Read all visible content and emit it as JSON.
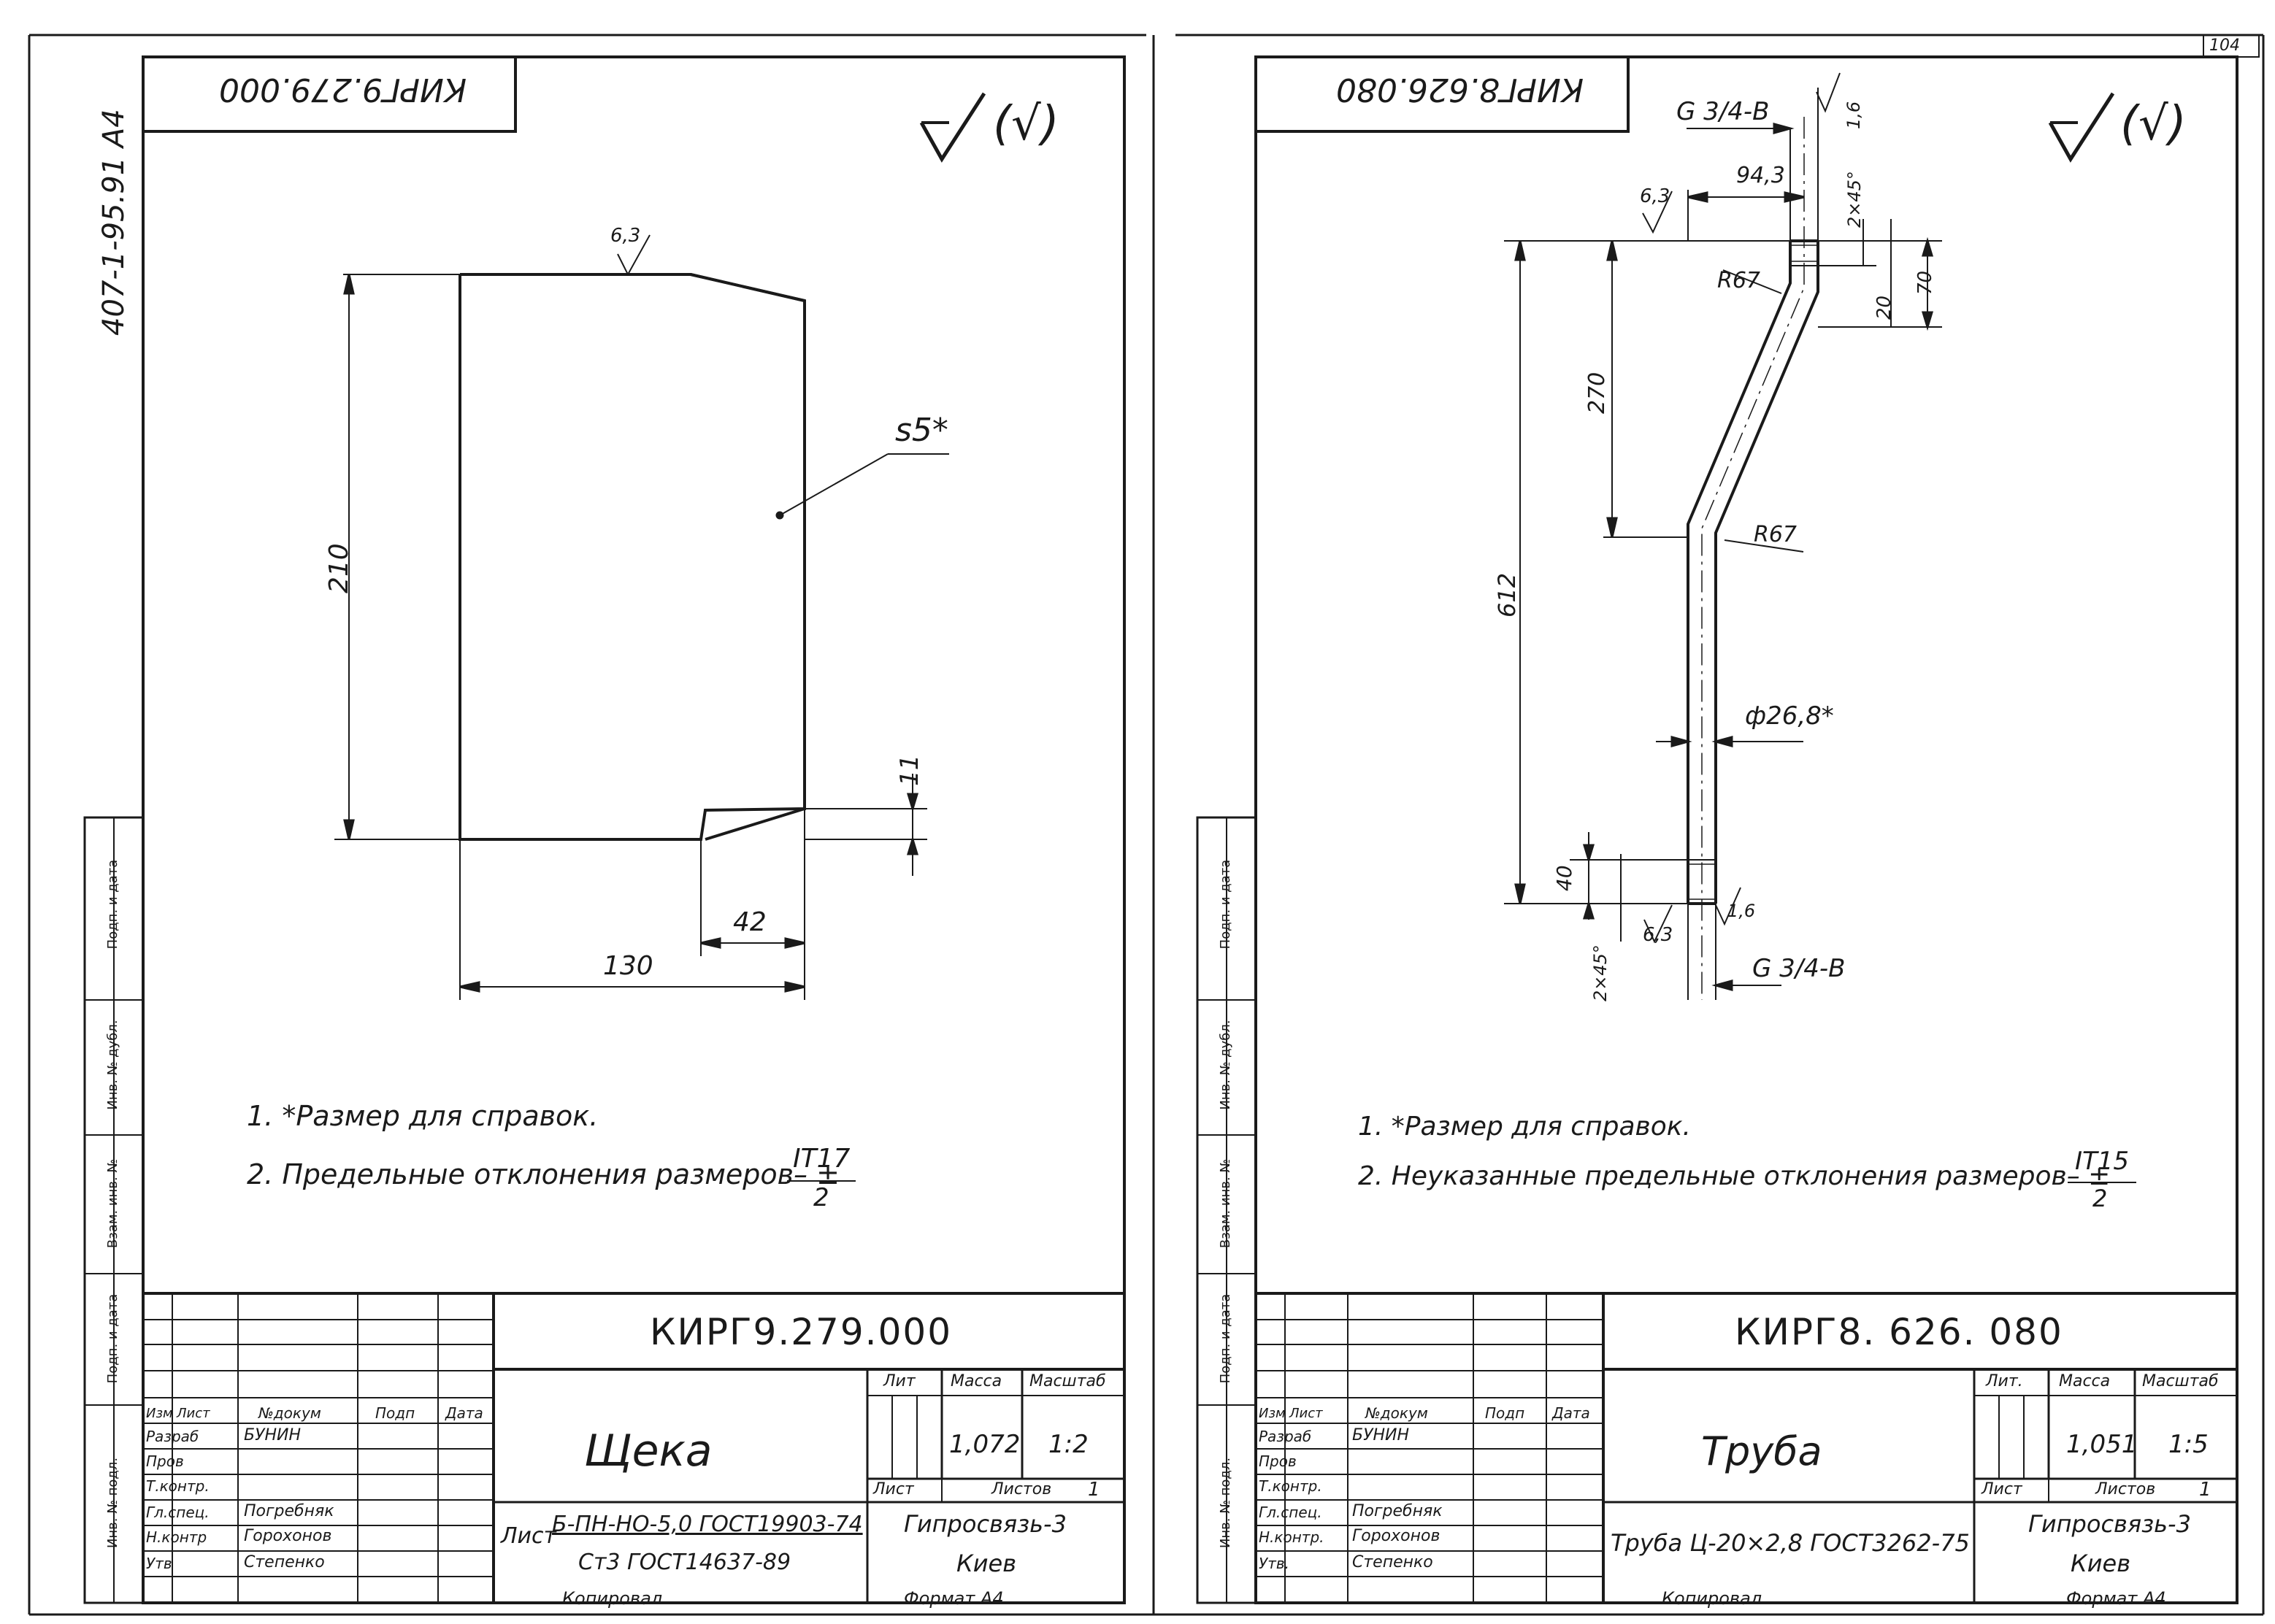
{
  "page": {
    "number": "104",
    "side_code": "407-1-95.91  А4"
  },
  "left": {
    "code_top": "КИРГ9.279.000",
    "code": "КИРГ9.279.000",
    "roughness": "(√)",
    "dims": {
      "h": "210",
      "w": "130",
      "cut_w": "42",
      "cut_h": "11",
      "rough_top": "6,3",
      "thickness": "s5*"
    },
    "notes": [
      "1. *Размер для справок.",
      "2. Предельные отклонения размеров– ±"
    ],
    "tol_num": "IT17",
    "tol_den": "2",
    "name": "Щека",
    "lit_header": "Лит",
    "mass_header": "Масса",
    "scale_header": "Масштаб",
    "mass": "1,072",
    "scale": "1:2",
    "sheet_label": "Лист",
    "sheets_label": "Листов",
    "sheets_count": "1",
    "material_prefix": "Лист",
    "material_line1": "Б-ПН-НО-5,0 ГОСТ19903-74",
    "material_line2": "Ст3  ГОСТ14637-89",
    "org": "Гипросвязь-3",
    "city": "Киев",
    "copied": "Копировал",
    "format": "Формат  А4",
    "rows": [
      {
        "role": "Разраб",
        "name": "БУНИН"
      },
      {
        "role": "Пров",
        "name": ""
      },
      {
        "role": "Т.контр.",
        "name": ""
      },
      {
        "role": "Гл.спец.",
        "name": "Погребняк"
      },
      {
        "role": "Н.контр",
        "name": "Горохонов"
      },
      {
        "role": "Утв",
        "name": "Степенко"
      }
    ],
    "header_cells": [
      "Изм",
      "Лист",
      "№докум",
      "Подп",
      "Дата"
    ]
  },
  "right": {
    "code_top": "КИРГ8.626.080",
    "code": "КИРГ8. 626. 080",
    "roughness": "(√)",
    "dims": {
      "total": "612",
      "mid": "270",
      "top_off": "94,3",
      "r1": "R67",
      "r2": "R67",
      "dia": "ф26,8*",
      "end_len": "40",
      "chamfer": "2×45°",
      "thread_top": "G 3/4-В",
      "thread_bot": "G 3/4-В",
      "d20": "20",
      "d70": "70",
      "rough1": "6,3",
      "rough2": "1,6",
      "rough3": "6,3"
    },
    "notes": [
      "1. *Размер для справок.",
      "2. Неуказанные предельные отклонения размеров– ±"
    ],
    "tol_num": "IT15",
    "tol_den": "2",
    "name": "Труба",
    "lit_header": "Лит.",
    "mass_header": "Масса",
    "scale_header": "Масштаб",
    "mass": "1,051",
    "scale": "1:5",
    "sheet_label": "Лист",
    "sheets_label": "Листов",
    "sheets_count": "1",
    "material_line1": "Труба Ц-20×2,8 ГОСТ3262-75",
    "org": "Гипросвязь-3",
    "city": "Киев",
    "copied": "Копировал",
    "format": "Формат  А4",
    "rows": [
      {
        "role": "Разраб",
        "name": "БУНИН"
      },
      {
        "role": "Пров",
        "name": ""
      },
      {
        "role": "Т.контр.",
        "name": ""
      },
      {
        "role": "Гл.спец.",
        "name": "Погребняк"
      },
      {
        "role": "Н.контр.",
        "name": "Горохонов"
      },
      {
        "role": "Утв.",
        "name": "Степенко"
      }
    ],
    "header_cells": [
      "Изм",
      "Лист",
      "№докум",
      "Подп",
      "Дата"
    ]
  },
  "sidebar": [
    "Подп. и дата",
    "Инв. № дубл.",
    "Взам. инв. №",
    "Подп. и дата",
    "Инв. № подл."
  ]
}
